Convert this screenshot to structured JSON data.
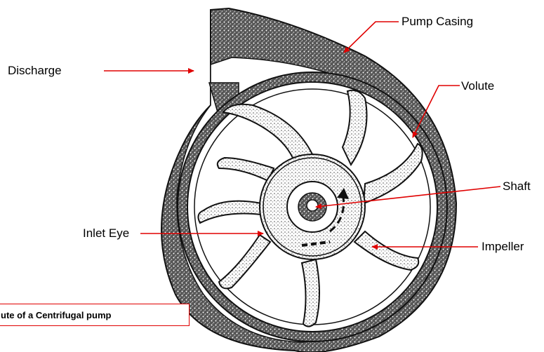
{
  "labels": {
    "pump_casing": "Pump Casing",
    "discharge": "Discharge",
    "volute": "Volute",
    "shaft": "Shaft",
    "inlet_eye": "Inlet Eye",
    "impeller": "Impeller"
  },
  "caption": "ute of a Centrifugal pump",
  "colors": {
    "arrow": "#e00000",
    "casing": "#2b2b2b",
    "background": "#ffffff"
  }
}
